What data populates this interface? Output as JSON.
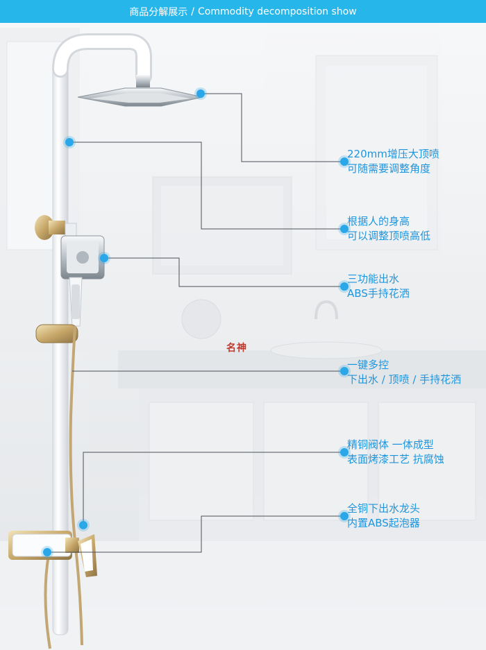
{
  "header": {
    "title_cn": "商品分解展示",
    "separator": "/",
    "title_en": "Commodity decomposition show"
  },
  "watermark": "名神",
  "callouts": [
    {
      "line1": "220mm增压大顶喷",
      "line2": "可随需要调整角度"
    },
    {
      "line1": "根据人的身高",
      "line2": "可以调整顶喷高低"
    },
    {
      "line1": "三功能出水",
      "line2": "ABS手持花洒"
    },
    {
      "line1": "一键多控",
      "line2": "下出水 / 顶喷 / 手持花洒"
    },
    {
      "line1": "精铜阀体 一体成型",
      "line2": "表面烤漆工艺 抗腐蚀"
    },
    {
      "line1": "全铜下出水龙头",
      "line2": "内置ABS起泡器"
    }
  ],
  "colors": {
    "header_bg": "#27b6ea",
    "label_text": "#1d95dd",
    "dot": "#2aa7e8"
  }
}
